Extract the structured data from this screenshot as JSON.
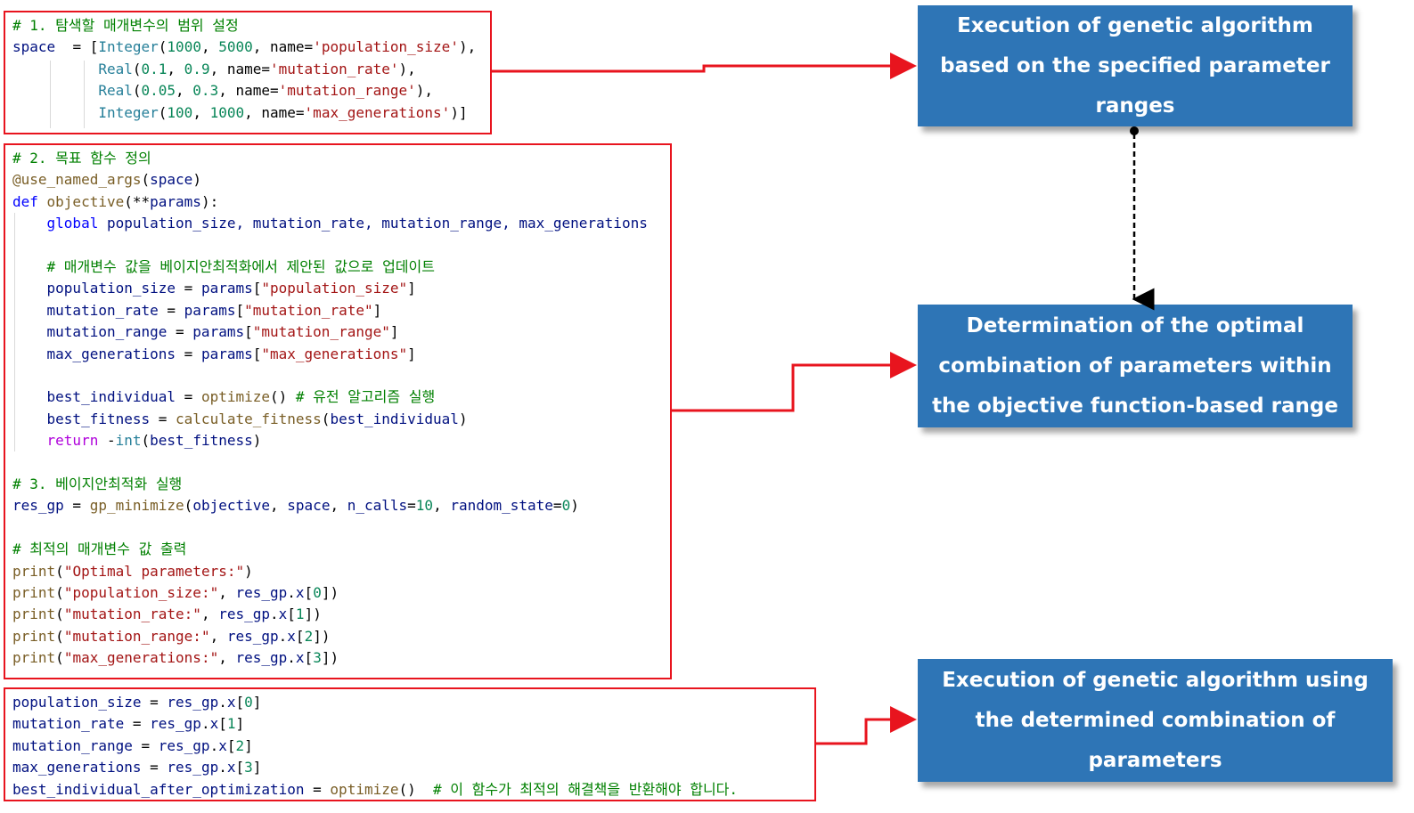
{
  "code_block_1": {
    "lines": [
      [
        [
          "# 1. 탐색할 매개변수의 범위 설정",
          "c-com"
        ]
      ],
      [
        [
          "space",
          "c-ident"
        ],
        [
          "  = [",
          ""
        ],
        [
          "Integer",
          "c-type"
        ],
        [
          "(",
          ""
        ],
        [
          "1000",
          "c-num"
        ],
        [
          ", ",
          ""
        ],
        [
          "5000",
          "c-num"
        ],
        [
          ", name=",
          ""
        ],
        [
          "'population_size'",
          "c-str"
        ],
        [
          "),",
          ""
        ]
      ],
      [
        [
          "          ",
          ""
        ],
        [
          "Real",
          "c-type"
        ],
        [
          "(",
          ""
        ],
        [
          "0.1",
          "c-num"
        ],
        [
          ", ",
          ""
        ],
        [
          "0.9",
          "c-num"
        ],
        [
          ", name=",
          ""
        ],
        [
          "'mutation_rate'",
          "c-str"
        ],
        [
          "),",
          ""
        ]
      ],
      [
        [
          "          ",
          ""
        ],
        [
          "Real",
          "c-type"
        ],
        [
          "(",
          ""
        ],
        [
          "0.05",
          "c-num"
        ],
        [
          ", ",
          ""
        ],
        [
          "0.3",
          "c-num"
        ],
        [
          ", name=",
          ""
        ],
        [
          "'mutation_range'",
          "c-str"
        ],
        [
          "),",
          ""
        ]
      ],
      [
        [
          "          ",
          ""
        ],
        [
          "Integer",
          "c-type"
        ],
        [
          "(",
          ""
        ],
        [
          "100",
          "c-num"
        ],
        [
          ", ",
          ""
        ],
        [
          "1000",
          "c-num"
        ],
        [
          ", name=",
          ""
        ],
        [
          "'max_generations'",
          "c-str"
        ],
        [
          ")]",
          ""
        ]
      ]
    ]
  },
  "code_block_2": {
    "lines": [
      [
        [
          "# 2. 목표 함수 정의",
          "c-com"
        ]
      ],
      [
        [
          "@use_named_args",
          "c-fn"
        ],
        [
          "(",
          ""
        ],
        [
          "space",
          "c-ident"
        ],
        [
          ")",
          ""
        ]
      ],
      [
        [
          "def ",
          "c-kw"
        ],
        [
          "objective",
          "c-fn"
        ],
        [
          "(**",
          ""
        ],
        [
          "params",
          "c-ident"
        ],
        [
          "):",
          ""
        ]
      ],
      [
        [
          "    ",
          ""
        ],
        [
          "global ",
          "c-kw"
        ],
        [
          "population_size, mutation_rate, mutation_range, max_generations",
          "c-ident"
        ]
      ],
      [
        [
          "",
          ""
        ]
      ],
      [
        [
          "    ",
          ""
        ],
        [
          "# 매개변수 값을 베이지안최적화에서 제안된 값으로 업데이트",
          "c-com"
        ]
      ],
      [
        [
          "    ",
          ""
        ],
        [
          "population_size",
          "c-ident"
        ],
        [
          " = ",
          ""
        ],
        [
          "params",
          "c-ident"
        ],
        [
          "[",
          ""
        ],
        [
          "\"population_size\"",
          "c-str"
        ],
        [
          "]",
          ""
        ]
      ],
      [
        [
          "    ",
          ""
        ],
        [
          "mutation_rate",
          "c-ident"
        ],
        [
          " = ",
          ""
        ],
        [
          "params",
          "c-ident"
        ],
        [
          "[",
          ""
        ],
        [
          "\"mutation_rate\"",
          "c-str"
        ],
        [
          "]",
          ""
        ]
      ],
      [
        [
          "    ",
          ""
        ],
        [
          "mutation_range",
          "c-ident"
        ],
        [
          " = ",
          ""
        ],
        [
          "params",
          "c-ident"
        ],
        [
          "[",
          ""
        ],
        [
          "\"mutation_range\"",
          "c-str"
        ],
        [
          "]",
          ""
        ]
      ],
      [
        [
          "    ",
          ""
        ],
        [
          "max_generations",
          "c-ident"
        ],
        [
          " = ",
          ""
        ],
        [
          "params",
          "c-ident"
        ],
        [
          "[",
          ""
        ],
        [
          "\"max_generations\"",
          "c-str"
        ],
        [
          "]",
          ""
        ]
      ],
      [
        [
          "",
          ""
        ]
      ],
      [
        [
          "    ",
          ""
        ],
        [
          "best_individual",
          "c-ident"
        ],
        [
          " = ",
          ""
        ],
        [
          "optimize",
          "c-fn"
        ],
        [
          "() ",
          ""
        ],
        [
          "# 유전 알고리즘 실행",
          "c-com"
        ]
      ],
      [
        [
          "    ",
          ""
        ],
        [
          "best_fitness",
          "c-ident"
        ],
        [
          " = ",
          ""
        ],
        [
          "calculate_fitness",
          "c-fn"
        ],
        [
          "(",
          ""
        ],
        [
          "best_individual",
          "c-ident"
        ],
        [
          ")",
          ""
        ]
      ],
      [
        [
          "    ",
          ""
        ],
        [
          "return ",
          "c-ret"
        ],
        [
          "-",
          ""
        ],
        [
          "int",
          "c-type"
        ],
        [
          "(",
          ""
        ],
        [
          "best_fitness",
          "c-ident"
        ],
        [
          ")",
          ""
        ]
      ],
      [
        [
          "",
          ""
        ]
      ],
      [
        [
          "# 3. 베이지안최적화 실행",
          "c-com"
        ]
      ],
      [
        [
          "res_gp",
          "c-ident"
        ],
        [
          " = ",
          ""
        ],
        [
          "gp_minimize",
          "c-fn"
        ],
        [
          "(",
          ""
        ],
        [
          "objective",
          "c-ident"
        ],
        [
          ", ",
          ""
        ],
        [
          "space",
          "c-ident"
        ],
        [
          ", ",
          ""
        ],
        [
          "n_calls",
          "c-ident"
        ],
        [
          "=",
          ""
        ],
        [
          "10",
          "c-num"
        ],
        [
          ", ",
          ""
        ],
        [
          "random_state",
          "c-ident"
        ],
        [
          "=",
          ""
        ],
        [
          "0",
          "c-num"
        ],
        [
          ")",
          ""
        ]
      ],
      [
        [
          "",
          ""
        ]
      ],
      [
        [
          "# 최적의 매개변수 값 출력",
          "c-com"
        ]
      ],
      [
        [
          "print",
          "c-fn"
        ],
        [
          "(",
          ""
        ],
        [
          "\"Optimal parameters:\"",
          "c-str"
        ],
        [
          ")",
          ""
        ]
      ],
      [
        [
          "print",
          "c-fn"
        ],
        [
          "(",
          ""
        ],
        [
          "\"population_size:\"",
          "c-str"
        ],
        [
          ", ",
          ""
        ],
        [
          "res_gp",
          "c-ident"
        ],
        [
          ".",
          ""
        ],
        [
          "x",
          "c-ident"
        ],
        [
          "[",
          ""
        ],
        [
          "0",
          "c-num"
        ],
        [
          "])",
          ""
        ]
      ],
      [
        [
          "print",
          "c-fn"
        ],
        [
          "(",
          ""
        ],
        [
          "\"mutation_rate:\"",
          "c-str"
        ],
        [
          ", ",
          ""
        ],
        [
          "res_gp",
          "c-ident"
        ],
        [
          ".",
          ""
        ],
        [
          "x",
          "c-ident"
        ],
        [
          "[",
          ""
        ],
        [
          "1",
          "c-num"
        ],
        [
          "])",
          ""
        ]
      ],
      [
        [
          "print",
          "c-fn"
        ],
        [
          "(",
          ""
        ],
        [
          "\"mutation_range:\"",
          "c-str"
        ],
        [
          ", ",
          ""
        ],
        [
          "res_gp",
          "c-ident"
        ],
        [
          ".",
          ""
        ],
        [
          "x",
          "c-ident"
        ],
        [
          "[",
          ""
        ],
        [
          "2",
          "c-num"
        ],
        [
          "])",
          ""
        ]
      ],
      [
        [
          "print",
          "c-fn"
        ],
        [
          "(",
          ""
        ],
        [
          "\"max_generations:\"",
          "c-str"
        ],
        [
          ", ",
          ""
        ],
        [
          "res_gp",
          "c-ident"
        ],
        [
          ".",
          ""
        ],
        [
          "x",
          "c-ident"
        ],
        [
          "[",
          ""
        ],
        [
          "3",
          "c-num"
        ],
        [
          "])",
          ""
        ]
      ]
    ]
  },
  "code_block_3": {
    "lines": [
      [
        [
          "population_size",
          "c-ident"
        ],
        [
          " = ",
          ""
        ],
        [
          "res_gp",
          "c-ident"
        ],
        [
          ".",
          ""
        ],
        [
          "x",
          "c-ident"
        ],
        [
          "[",
          ""
        ],
        [
          "0",
          "c-num"
        ],
        [
          "]",
          ""
        ]
      ],
      [
        [
          "mutation_rate",
          "c-ident"
        ],
        [
          " = ",
          ""
        ],
        [
          "res_gp",
          "c-ident"
        ],
        [
          ".",
          ""
        ],
        [
          "x",
          "c-ident"
        ],
        [
          "[",
          ""
        ],
        [
          "1",
          "c-num"
        ],
        [
          "]",
          ""
        ]
      ],
      [
        [
          "mutation_range",
          "c-ident"
        ],
        [
          " = ",
          ""
        ],
        [
          "res_gp",
          "c-ident"
        ],
        [
          ".",
          ""
        ],
        [
          "x",
          "c-ident"
        ],
        [
          "[",
          ""
        ],
        [
          "2",
          "c-num"
        ],
        [
          "]",
          ""
        ]
      ],
      [
        [
          "max_generations",
          "c-ident"
        ],
        [
          " = ",
          ""
        ],
        [
          "res_gp",
          "c-ident"
        ],
        [
          ".",
          ""
        ],
        [
          "x",
          "c-ident"
        ],
        [
          "[",
          ""
        ],
        [
          "3",
          "c-num"
        ],
        [
          "]",
          ""
        ]
      ],
      [
        [
          "best_individual_after_optimization",
          "c-ident"
        ],
        [
          " = ",
          ""
        ],
        [
          "optimize",
          "c-fn"
        ],
        [
          "()  ",
          ""
        ],
        [
          "# 이 함수가 최적의 해결책을 반환해야 합니다.",
          "c-com"
        ]
      ]
    ]
  },
  "boxes": {
    "box1": "Execution of genetic algorithm based on the specified parameter ranges",
    "box2": "Determination of the optimal combination of parameters within the objective function-based range",
    "box3": "Execution of genetic algorithm using the determined combination of parameters"
  },
  "colors": {
    "box_fill": "#2e75b6",
    "box_text": "#ffffff",
    "frame": "#e8141e",
    "arrow": "#e8141e",
    "connector": "#000000"
  }
}
